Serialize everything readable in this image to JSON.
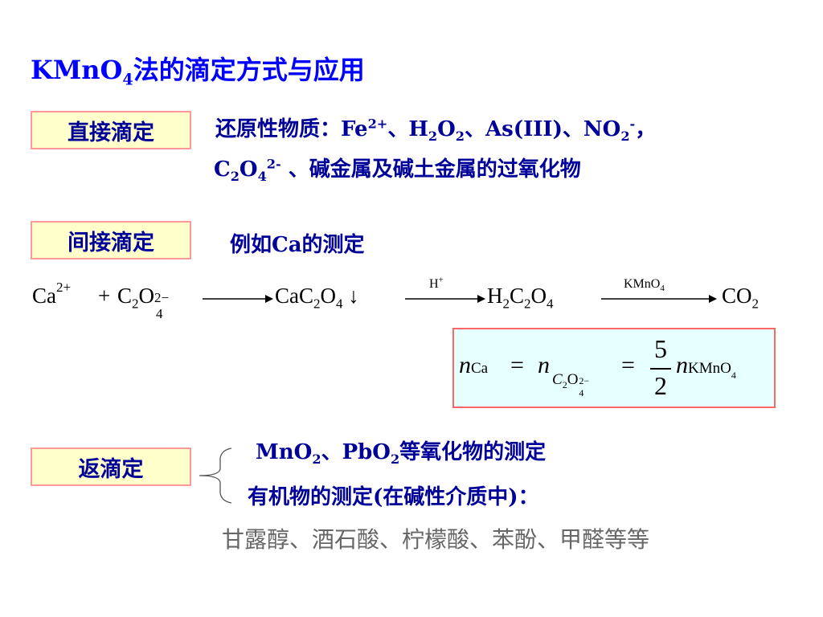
{
  "title": {
    "prefix": "KMnO",
    "sub": "4",
    "suffix": "法的滴定方式与应用"
  },
  "direct": {
    "label": "直接滴定",
    "line1": {
      "a": "还原性物质：Fe",
      "a_sup": "2+",
      "b": "、H",
      "b_sub": "2",
      "c": "O",
      "c_sub": "2",
      "d": "、As(III)、NO",
      "d_sub": "2",
      "d_sup": "-",
      "e": "，"
    },
    "line2": {
      "a": "C",
      "a_sub": "2",
      "b": "O",
      "b_sub": "4",
      "b_sup": "2-",
      "c": " 、碱金属及碱土金属的过氧化物"
    }
  },
  "indirect": {
    "label": "间接滴定",
    "example": "例如Ca的测定"
  },
  "reaction": {
    "ca": "Ca",
    "ca_sup": "2+",
    "plus": "+",
    "c2o4": "C",
    "c2o4_sub1": "2",
    "c2o4_o": "O",
    "c2o4_sub2": "4",
    "c2o4_sup": "2−",
    "product1": "CaC",
    "p1_sub1": "2",
    "p1_o": "O",
    "p1_sub2": "4",
    "precip": "↓",
    "arrow2_label": "H",
    "arrow2_sup": "+",
    "product2": "H",
    "p2_sub1": "2",
    "p2_c": "C",
    "p2_sub2": "2",
    "p2_o": "O",
    "p2_sub3": "4",
    "arrow3_label": "KMnO",
    "arrow3_sub": "4",
    "product3": "CO",
    "p3_sub": "2"
  },
  "formula": {
    "n": "n",
    "ca": "Ca",
    "eq": "=",
    "c": "C",
    "c_sub": "2",
    "o": "O",
    "o_sub": "4",
    "o_sup": "2−",
    "num": "5",
    "den": "2",
    "kmno": "KMnO",
    "kmno_sub": "4"
  },
  "back": {
    "label": "返滴定",
    "item1": {
      "a": "MnO",
      "a_sub": "2",
      "b": "、PbO",
      "b_sub": "2",
      "c": "等氧化物的测定"
    },
    "item2": "有机物的测定(在碱性介质中)：",
    "examples": "甘露醇、酒石酸、柠檬酸、苯酚、甲醛等等"
  }
}
